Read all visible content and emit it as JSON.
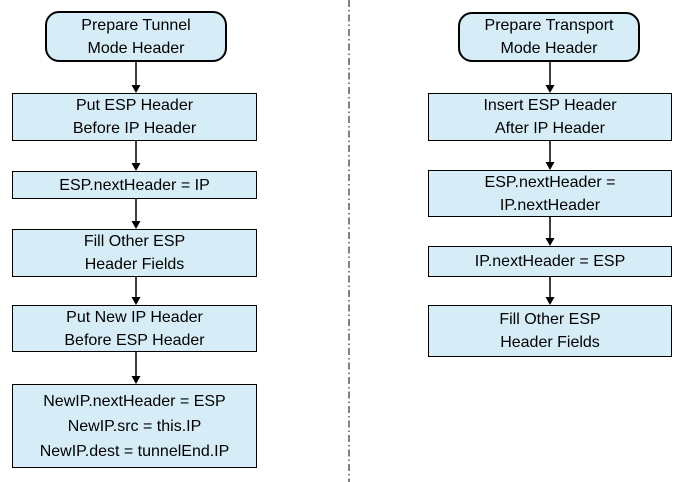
{
  "diagram": {
    "type": "flowchart",
    "columns": 2,
    "colors": {
      "box_fill": "#d6edf8",
      "box_border": "#000000",
      "arrow": "#000000",
      "divider": "#4d4d4d",
      "background": "#ffffff"
    },
    "flows": {
      "left": {
        "start": "Prepare Tunnel\nMode Header",
        "steps": [
          "Put ESP Header\nBefore IP Header",
          "ESP.nextHeader = IP",
          "Fill Other ESP\nHeader Fields",
          "Put New IP Header\nBefore ESP Header",
          "NewIP.nextHeader = ESP\nNewIP.src = this.IP\nNewIP.dest = tunnelEnd.IP"
        ]
      },
      "right": {
        "start": "Prepare Transport\nMode Header",
        "steps": [
          "Insert ESP Header\nAfter IP Header",
          "ESP.nextHeader =\nIP.nextHeader",
          "IP.nextHeader = ESP",
          "Fill Other ESP\nHeader Fields"
        ]
      }
    }
  }
}
